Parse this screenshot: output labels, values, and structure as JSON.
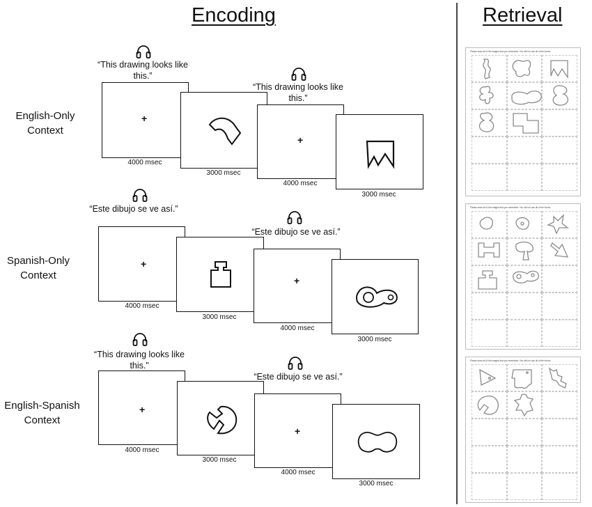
{
  "encoding": {
    "heading": "Encoding",
    "rows": [
      {
        "context": "English-Only Context",
        "quotes": [
          "“This drawing looks like this.”",
          "“This drawing looks like this.”"
        ],
        "durations": [
          "4000 msec",
          "3000 msec",
          "4000 msec",
          "3000 msec"
        ],
        "fixation": "+",
        "shapes": [
          "arc-shape",
          "notched-banner-shape"
        ]
      },
      {
        "context": "Spanish-Only Context",
        "quotes": [
          "“Este dibujo se ve así.”",
          "“Este dibujo se ve así.”"
        ],
        "durations": [
          "4000 msec",
          "3000 msec",
          "4000 msec",
          "3000 msec"
        ],
        "fixation": "+",
        "shapes": [
          "weight-shape",
          "blob-with-holes-shape"
        ]
      },
      {
        "context": "English-Spanish Context",
        "quotes": [
          "“This drawing looks like this.”",
          "“Este dibujo se ve así.”"
        ],
        "durations": [
          "4000 msec",
          "3000 msec",
          "4000 msec",
          "3000 msec"
        ],
        "fixation": "+",
        "shapes": [
          "split-disc-shape",
          "peanut-shape"
        ]
      }
    ]
  },
  "retrieval": {
    "heading": "Retrieval",
    "sheets": [
      {
        "instruction": "Please draw all of the images that you remember. You will not use all of the boxes.",
        "sketches": [
          "wavy-bar",
          "cross-blob",
          "banner",
          "clover",
          "peanut",
          "figure-eight",
          "figure-eight-2",
          "step-block"
        ]
      },
      {
        "instruction": "Please draw all of the images that you remember. You will not use all of the boxes.",
        "sketches": [
          "round-blob",
          "small-ring",
          "star",
          "h-block",
          "mushroom",
          "arrow",
          "weight",
          "ring-pair"
        ]
      },
      {
        "instruction": "Please draw all of the images that you remember. You will not use all of the boxes.",
        "sketches": [
          "triangle",
          "flag",
          "lightning",
          "split-disc",
          "gingerbread"
        ]
      }
    ]
  },
  "colors": {
    "line": "#111111",
    "sketch": "#8a8a8a",
    "grid": "#c6c6c6"
  }
}
